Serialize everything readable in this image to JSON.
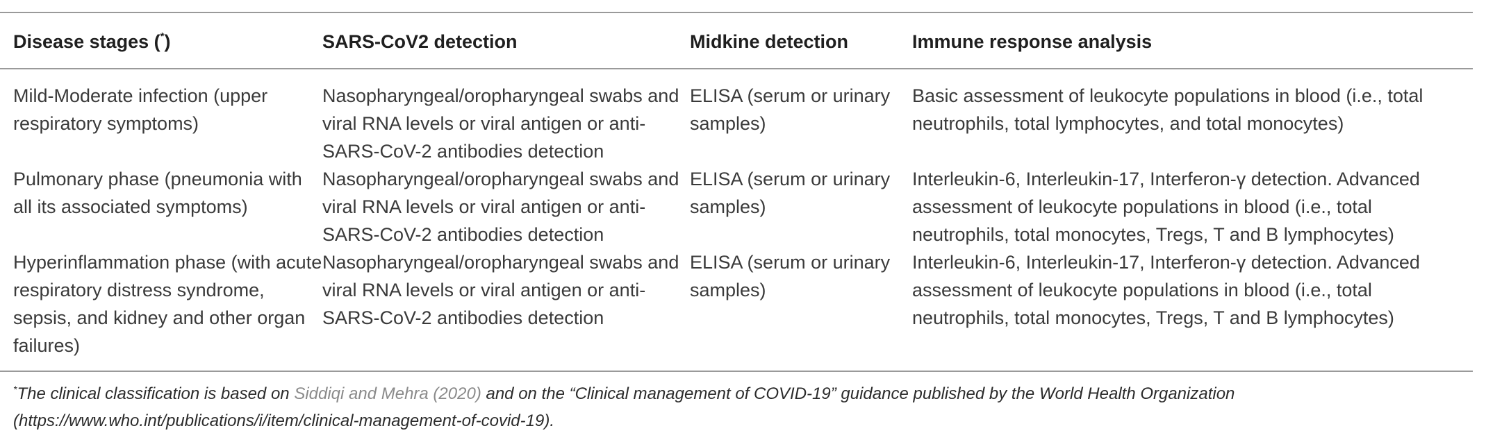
{
  "table": {
    "headers": {
      "col1": "Disease stages (",
      "col1_mark": "*",
      "col1_end": ")",
      "col2": "SARS-CoV2 detection",
      "col3": "Midkine detection",
      "col4": "Immune response analysis"
    },
    "rows": [
      {
        "stage": "Mild-Moderate infection (upper respiratory symptoms)",
        "sars": "Nasopharyngeal/oropharyngeal swabs and viral RNA levels or viral antigen or anti-SARS-CoV-2 antibodies detection",
        "midkine": "ELISA (serum or urinary samples)",
        "immune": "Basic assessment of leukocyte populations in blood (i.e., total neutrophils, total lymphocytes, and total monocytes)"
      },
      {
        "stage": "Pulmonary phase (pneumonia with all its associated symptoms)",
        "sars": "Nasopharyngeal/oropharyngeal swabs and viral RNA levels or viral antigen or anti-SARS-CoV-2 antibodies detection",
        "midkine": "ELISA (serum or urinary samples)",
        "immune": "Interleukin-6, Interleukin-17, Interferon-γ detection. Advanced assessment of leukocyte populations in blood (i.e., total neutrophils, total monocytes, Tregs, T and B lymphocytes)"
      },
      {
        "stage": "Hyperinflammation phase (with acute respiratory distress syndrome, sepsis, and kidney and other organ failures)",
        "sars": "Nasopharyngeal/oropharyngeal swabs and viral RNA levels or viral antigen or anti-SARS-CoV-2 antibodies detection",
        "midkine": "ELISA (serum or urinary samples)",
        "immune": "Interleukin-6, Interleukin-17, Interferon-γ detection. Advanced assessment of leukocyte populations in blood (i.e., total neutrophils, total monocytes, Tregs, T and B lymphocytes)"
      }
    ]
  },
  "footnote": {
    "mark": "*",
    "text_before": "The clinical classification is based on ",
    "reference": "Siddiqi and Mehra (2020)",
    "text_after": " and on the “Clinical management of COVID-19” guidance published by the World Health Organization (https://www.who.int/publications/i/item/clinical-management-of-covid-19)."
  },
  "colors": {
    "text": "#3a3a3a",
    "rule": "#9a9a9a",
    "reference_link": "#8a8a8a"
  }
}
